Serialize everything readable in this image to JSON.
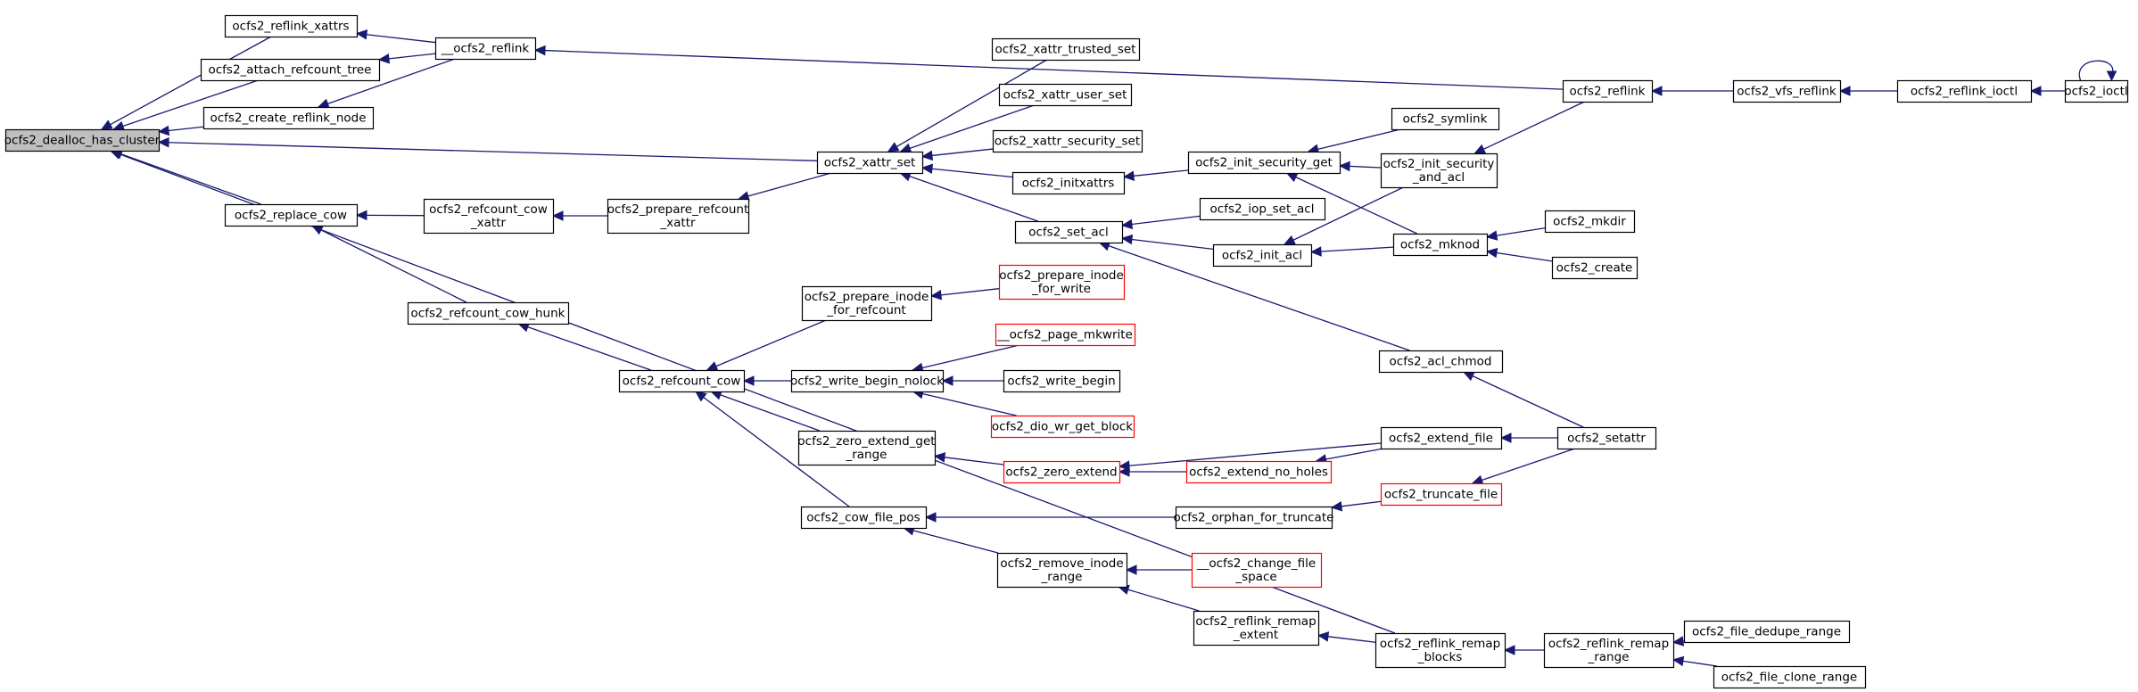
{
  "colors": {
    "edge": "#191970",
    "node_border": "#000000",
    "node_border_truncated": "#ff0000",
    "node_fill": "#ffffff",
    "root_fill": "#bfbfbf"
  },
  "graph": {
    "nodes": [
      {
        "id": "dealloc",
        "lines": [
          "ocfs2_dealloc_has_cluster"
        ],
        "root": true
      },
      {
        "id": "reflink_xattrs",
        "lines": [
          "ocfs2_reflink_xattrs"
        ]
      },
      {
        "id": "attach_refcount_tree",
        "lines": [
          "ocfs2_attach_refcount_tree"
        ]
      },
      {
        "id": "create_reflink_node",
        "lines": [
          "ocfs2_create_reflink_node"
        ]
      },
      {
        "id": "replace_cow",
        "lines": [
          "ocfs2_replace_cow"
        ]
      },
      {
        "id": "__reflink",
        "lines": [
          "__ocfs2_reflink"
        ]
      },
      {
        "id": "refcount_cow_xattr",
        "lines": [
          "ocfs2_refcount_cow",
          "_xattr"
        ]
      },
      {
        "id": "refcount_cow_hunk",
        "lines": [
          "ocfs2_refcount_cow_hunk"
        ]
      },
      {
        "id": "prepare_refcount_xattr",
        "lines": [
          "ocfs2_prepare_refcount",
          "_xattr"
        ]
      },
      {
        "id": "refcount_cow",
        "lines": [
          "ocfs2_refcount_cow"
        ]
      },
      {
        "id": "xattr_set",
        "lines": [
          "ocfs2_xattr_set"
        ]
      },
      {
        "id": "prepare_inode_for_refcount",
        "lines": [
          "ocfs2_prepare_inode",
          "_for_refcount"
        ]
      },
      {
        "id": "write_begin_nolock",
        "lines": [
          "ocfs2_write_begin_nolock"
        ]
      },
      {
        "id": "zero_extend_get_range",
        "lines": [
          "ocfs2_zero_extend_get",
          "_range"
        ]
      },
      {
        "id": "cow_file_pos",
        "lines": [
          "ocfs2_cow_file_pos"
        ]
      },
      {
        "id": "xattr_trusted_set",
        "lines": [
          "ocfs2_xattr_trusted_set"
        ]
      },
      {
        "id": "xattr_user_set",
        "lines": [
          "ocfs2_xattr_user_set"
        ]
      },
      {
        "id": "xattr_security_set",
        "lines": [
          "ocfs2_xattr_security_set"
        ]
      },
      {
        "id": "initxattrs",
        "lines": [
          "ocfs2_initxattrs"
        ]
      },
      {
        "id": "set_acl",
        "lines": [
          "ocfs2_set_acl"
        ]
      },
      {
        "id": "prepare_inode_for_write",
        "lines": [
          "ocfs2_prepare_inode",
          "_for_write"
        ],
        "truncated": true
      },
      {
        "id": "page_mkwrite",
        "lines": [
          "__ocfs2_page_mkwrite"
        ],
        "truncated": true
      },
      {
        "id": "write_begin",
        "lines": [
          "ocfs2_write_begin"
        ]
      },
      {
        "id": "dio_wr_get_block",
        "lines": [
          "ocfs2_dio_wr_get_block"
        ],
        "truncated": true
      },
      {
        "id": "zero_extend",
        "lines": [
          "ocfs2_zero_extend"
        ],
        "truncated": true
      },
      {
        "id": "remove_inode_range",
        "lines": [
          "ocfs2_remove_inode",
          "_range"
        ]
      },
      {
        "id": "reflink_remap_extent",
        "lines": [
          "ocfs2_reflink_remap",
          "_extent"
        ]
      },
      {
        "id": "init_security_get",
        "lines": [
          "ocfs2_init_security_get"
        ]
      },
      {
        "id": "iop_set_acl",
        "lines": [
          "ocfs2_iop_set_acl"
        ]
      },
      {
        "id": "init_acl",
        "lines": [
          "ocfs2_init_acl"
        ]
      },
      {
        "id": "extend_no_holes",
        "lines": [
          "ocfs2_extend_no_holes"
        ],
        "truncated": true
      },
      {
        "id": "orphan_for_truncate",
        "lines": [
          "ocfs2_orphan_for_truncate"
        ]
      },
      {
        "id": "change_file_space",
        "lines": [
          "__ocfs2_change_file",
          "_space"
        ],
        "truncated": true
      },
      {
        "id": "symlink",
        "lines": [
          "ocfs2_symlink"
        ]
      },
      {
        "id": "init_security_and_acl",
        "lines": [
          "ocfs2_init_security",
          "_and_acl"
        ]
      },
      {
        "id": "mknod",
        "lines": [
          "ocfs2_mknod"
        ]
      },
      {
        "id": "acl_chmod",
        "lines": [
          "ocfs2_acl_chmod"
        ]
      },
      {
        "id": "extend_file",
        "lines": [
          "ocfs2_extend_file"
        ]
      },
      {
        "id": "truncate_file",
        "lines": [
          "ocfs2_truncate_file"
        ],
        "truncated": true
      },
      {
        "id": "reflink_remap_blocks",
        "lines": [
          "ocfs2_reflink_remap",
          "_blocks"
        ]
      },
      {
        "id": "reflink",
        "lines": [
          "ocfs2_reflink"
        ]
      },
      {
        "id": "mkdir",
        "lines": [
          "ocfs2_mkdir"
        ]
      },
      {
        "id": "create",
        "lines": [
          "ocfs2_create"
        ]
      },
      {
        "id": "setattr",
        "lines": [
          "ocfs2_setattr"
        ]
      },
      {
        "id": "reflink_remap_range",
        "lines": [
          "ocfs2_reflink_remap",
          "_range"
        ]
      },
      {
        "id": "vfs_reflink",
        "lines": [
          "ocfs2_vfs_reflink"
        ]
      },
      {
        "id": "file_dedupe_range",
        "lines": [
          "ocfs2_file_dedupe_range"
        ]
      },
      {
        "id": "file_clone_range",
        "lines": [
          "ocfs2_file_clone_range"
        ]
      },
      {
        "id": "reflink_ioctl",
        "lines": [
          "ocfs2_reflink_ioctl"
        ]
      },
      {
        "id": "ioctl",
        "lines": [
          "ocfs2_ioctl"
        ]
      }
    ],
    "edges": [
      [
        "reflink_xattrs",
        "dealloc"
      ],
      [
        "attach_refcount_tree",
        "dealloc"
      ],
      [
        "create_reflink_node",
        "dealloc"
      ],
      [
        "replace_cow",
        "dealloc"
      ],
      [
        "xattr_set",
        "dealloc"
      ],
      [
        "reflink_remap_blocks",
        "dealloc"
      ],
      [
        "__reflink",
        "reflink_xattrs"
      ],
      [
        "__reflink",
        "attach_refcount_tree"
      ],
      [
        "__reflink",
        "create_reflink_node"
      ],
      [
        "refcount_cow_xattr",
        "replace_cow"
      ],
      [
        "refcount_cow_hunk",
        "replace_cow"
      ],
      [
        "reflink",
        "__reflink"
      ],
      [
        "prepare_refcount_xattr",
        "refcount_cow_xattr"
      ],
      [
        "refcount_cow",
        "refcount_cow_hunk"
      ],
      [
        "xattr_set",
        "prepare_refcount_xattr"
      ],
      [
        "prepare_inode_for_refcount",
        "refcount_cow"
      ],
      [
        "write_begin_nolock",
        "refcount_cow"
      ],
      [
        "zero_extend_get_range",
        "refcount_cow"
      ],
      [
        "cow_file_pos",
        "refcount_cow"
      ],
      [
        "xattr_trusted_set",
        "xattr_set"
      ],
      [
        "xattr_user_set",
        "xattr_set"
      ],
      [
        "xattr_security_set",
        "xattr_set"
      ],
      [
        "initxattrs",
        "xattr_set"
      ],
      [
        "set_acl",
        "xattr_set"
      ],
      [
        "prepare_inode_for_write",
        "prepare_inode_for_refcount"
      ],
      [
        "page_mkwrite",
        "write_begin_nolock"
      ],
      [
        "write_begin",
        "write_begin_nolock"
      ],
      [
        "dio_wr_get_block",
        "write_begin_nolock"
      ],
      [
        "zero_extend",
        "zero_extend_get_range"
      ],
      [
        "orphan_for_truncate",
        "cow_file_pos"
      ],
      [
        "remove_inode_range",
        "cow_file_pos"
      ],
      [
        "init_security_get",
        "initxattrs"
      ],
      [
        "iop_set_acl",
        "set_acl"
      ],
      [
        "init_acl",
        "set_acl"
      ],
      [
        "acl_chmod",
        "set_acl"
      ],
      [
        "extend_file",
        "zero_extend"
      ],
      [
        "extend_no_holes",
        "zero_extend"
      ],
      [
        "change_file_space",
        "remove_inode_range"
      ],
      [
        "reflink_remap_extent",
        "remove_inode_range"
      ],
      [
        "reflink_remap_blocks",
        "reflink_remap_extent"
      ],
      [
        "symlink",
        "init_security_get"
      ],
      [
        "init_security_and_acl",
        "init_security_get"
      ],
      [
        "mknod",
        "init_security_get"
      ],
      [
        "init_security_and_acl",
        "init_acl"
      ],
      [
        "mknod",
        "init_acl"
      ],
      [
        "extend_file",
        "extend_no_holes"
      ],
      [
        "truncate_file",
        "orphan_for_truncate"
      ],
      [
        "reflink",
        "init_security_and_acl"
      ],
      [
        "mkdir",
        "mknod"
      ],
      [
        "create",
        "mknod"
      ],
      [
        "setattr",
        "acl_chmod"
      ],
      [
        "setattr",
        "extend_file"
      ],
      [
        "setattr",
        "truncate_file"
      ],
      [
        "reflink_remap_range",
        "reflink_remap_blocks"
      ],
      [
        "vfs_reflink",
        "reflink"
      ],
      [
        "file_dedupe_range",
        "reflink_remap_range"
      ],
      [
        "file_clone_range",
        "reflink_remap_range"
      ],
      [
        "reflink_ioctl",
        "vfs_reflink"
      ],
      [
        "ioctl",
        "reflink_ioctl"
      ],
      [
        "ioctl",
        "ioctl"
      ]
    ]
  }
}
